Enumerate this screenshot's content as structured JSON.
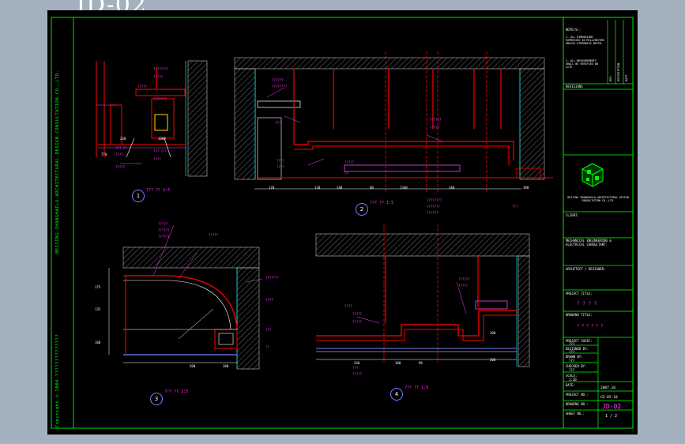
{
  "drawing_number": "JD-02",
  "frame": {
    "side_text": "BEIJING SHANGHAILU ARCHITECTURAL DESIGN CONSULTATION CO.,LTD.",
    "copyright_text": "Copyright © 2004 ??????????????"
  },
  "colors": {
    "page_bg": "#a3b0bd",
    "sheet_bg": "#000000",
    "frame": "#00ff00",
    "section": "#ff0000",
    "label": "#ff3cff",
    "dimension": "#ffffff",
    "hatch": "#9a9a9a",
    "bubble": "#7a7cff",
    "cyan": "#00e5e5"
  },
  "title_block": {
    "notes_title": "NOTE(S):",
    "notes": [
      "1. ALL DIMENSIONS EXPRESSED IN MILLIMETERS UNLESS OTHERWISE NOTED.",
      "2. ALL MEASUREMENTS SHALL BE VERIFIED ON SITE."
    ],
    "revisions_label": "REVISIONS",
    "rev_sidebar": [
      "REV.",
      "DESCRIPTION",
      "DATE"
    ],
    "company_name": "BEIJING SHANGHAILU ARCHITECTURAL DESIGN CONSULTATION CO.,LTD.",
    "client_label": "CLIENT:",
    "consultant_label": "MECHANICAL ENGINEERING & ELECTRICAL CONSULTANT:",
    "architect_label": "ARCHITECT / DESIGNER:",
    "project_label": "PROJECT TITLE:",
    "project_title": "? ? ? ?",
    "drawing_title_label": "DRAWING TITLE:",
    "drawing_title": "? ? ? ? ? ?",
    "rows": [
      {
        "label": "PROJECT CHIEF:",
        "value": "???"
      },
      {
        "label": "DESIGNED BY:",
        "value": "???"
      },
      {
        "label": "DRAWN BY:",
        "value": "???"
      },
      {
        "label": "CHECKED BY:",
        "value": "???"
      },
      {
        "label": "SCALE:",
        "value": "1:20"
      },
      {
        "label": "DATE:",
        "value": "2007.10"
      },
      {
        "label": "PROJECT NO.:",
        "value": "GZ-05-10"
      },
      {
        "label": "DRAWING NO.:",
        "value": "JD-02"
      },
      {
        "label": "SHEET NO.:",
        "value": "1 / 2"
      }
    ]
  },
  "views": [
    {
      "number": "1",
      "title": "??? ?? 1:5"
    },
    {
      "number": "2",
      "title": "??? ?? 1:5"
    },
    {
      "number": "3",
      "title": "??? ?? 1:5"
    },
    {
      "number": "4",
      "title": "??? ?? 1:5"
    }
  ],
  "labels": [
    "????????",
    "?????",
    "?????",
    "???????",
    "??? ??",
    "????",
    "??? ???",
    "????",
    "?????",
    "??????",
    "????????",
    "???",
    "????",
    "????",
    "?????",
    "??",
    "??????",
    "?????",
    "????????",
    "???????",
    "??????",
    "???",
    "?????",
    "??????",
    "??????",
    "?????",
    "???????",
    "????",
    "???",
    "??",
    "????",
    "?????",
    "?????",
    "???",
    "?????",
    "??????",
    "?????"
  ],
  "dimensions": [
    "240",
    "770",
    "1080",
    "120",
    "120",
    "240",
    "60",
    "1340",
    "340",
    "300",
    "175",
    "135",
    "100",
    "500",
    "200",
    "240",
    "100",
    "90",
    "100",
    "200"
  ]
}
